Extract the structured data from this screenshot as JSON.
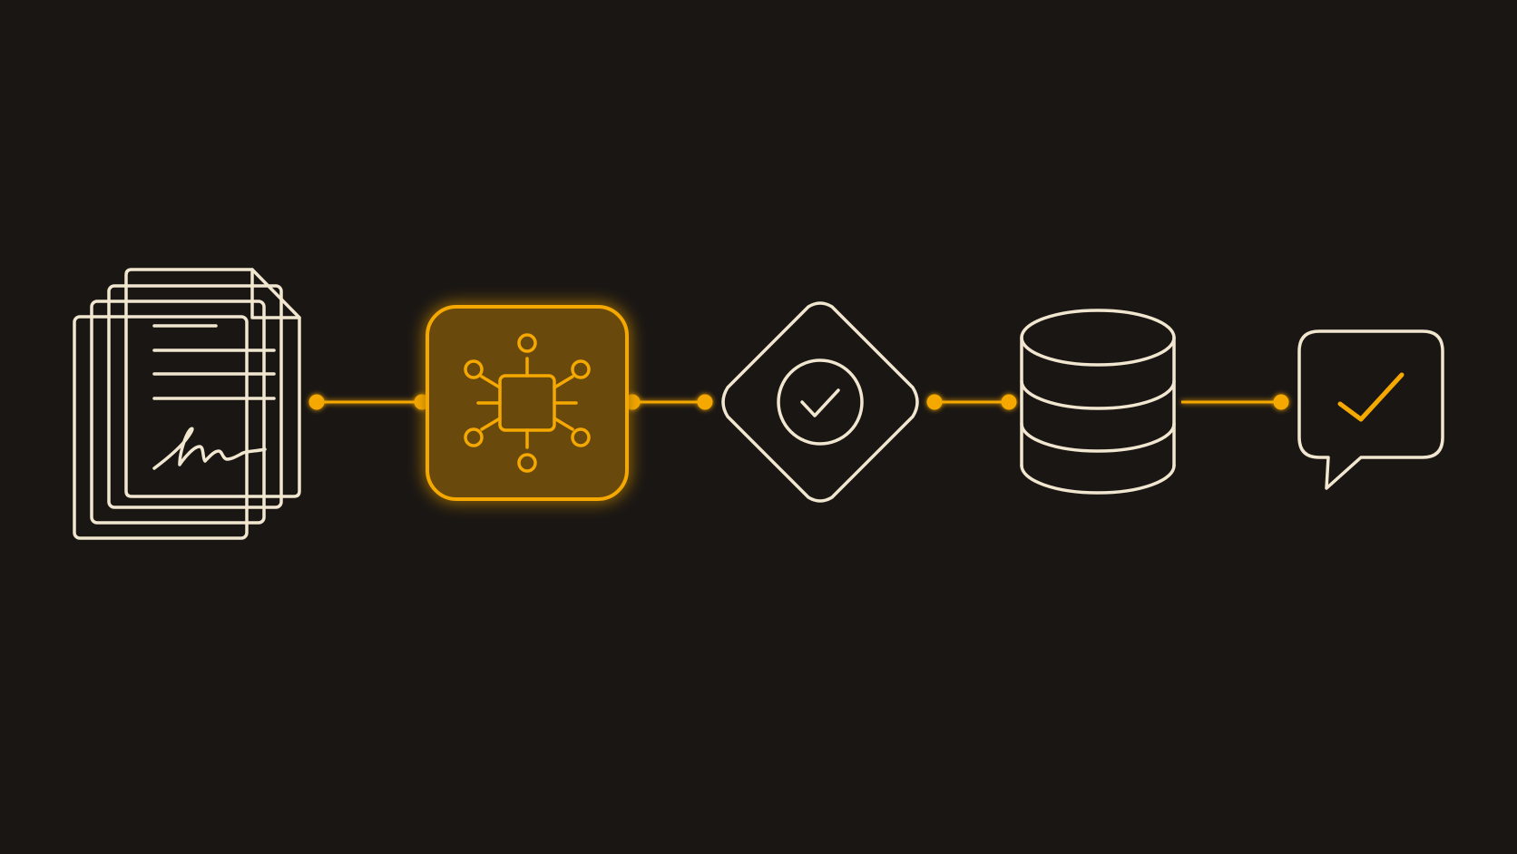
{
  "colors": {
    "background": "#1a1613",
    "outline": "#f1e6d0",
    "accent": "#f5a800",
    "accent_fill": "#6b4a07"
  },
  "pipeline": {
    "stages": [
      {
        "id": "documents",
        "icon": "signed-document-stack-icon",
        "highlighted": false
      },
      {
        "id": "processor",
        "icon": "processor-chip-icon",
        "highlighted": true
      },
      {
        "id": "validation",
        "icon": "diamond-check-icon",
        "highlighted": false
      },
      {
        "id": "database",
        "icon": "database-icon",
        "highlighted": false
      },
      {
        "id": "response",
        "icon": "speech-bubble-check-icon",
        "highlighted": false
      }
    ],
    "connections": [
      {
        "from": "documents",
        "to": "processor"
      },
      {
        "from": "processor",
        "to": "validation"
      },
      {
        "from": "validation",
        "to": "database"
      },
      {
        "from": "database",
        "to": "response"
      }
    ]
  }
}
